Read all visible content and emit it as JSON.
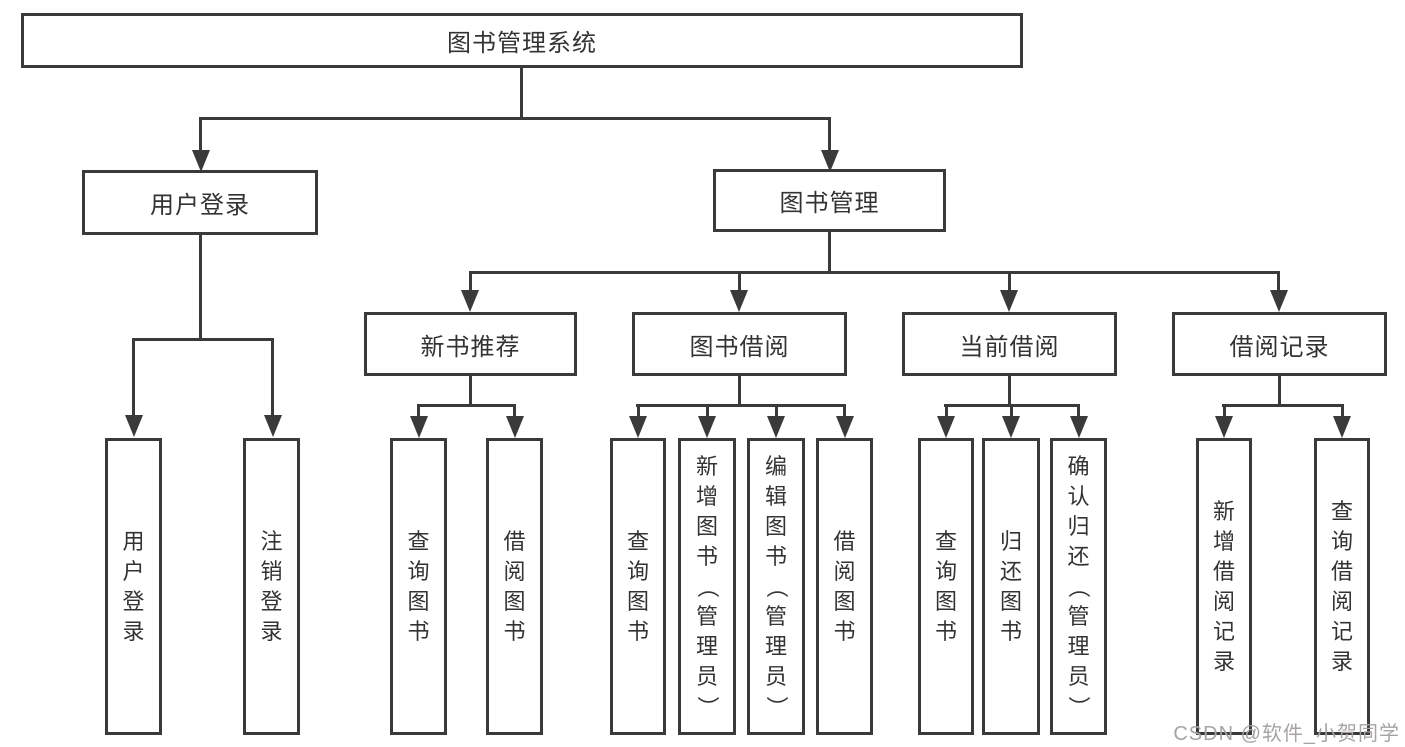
{
  "tree": {
    "label": "图书管理系统",
    "children": [
      {
        "label": "用户登录",
        "children": [
          {
            "label": "用户登录"
          },
          {
            "label": "注销登录"
          }
        ]
      },
      {
        "label": "图书管理",
        "children": [
          {
            "label": "新书推荐",
            "children": [
              {
                "label": "查询图书"
              },
              {
                "label": "借阅图书"
              }
            ]
          },
          {
            "label": "图书借阅",
            "children": [
              {
                "label": "查询图书"
              },
              {
                "label": "新增图书（管理员）"
              },
              {
                "label": "编辑图书（管理员）"
              },
              {
                "label": "借阅图书"
              }
            ]
          },
          {
            "label": "当前借阅",
            "children": [
              {
                "label": "查询图书"
              },
              {
                "label": "归还图书"
              },
              {
                "label": "确认归还（管理员）"
              }
            ]
          },
          {
            "label": "借阅记录",
            "children": [
              {
                "label": "新增借阅记录"
              },
              {
                "label": "查询借阅记录"
              }
            ]
          }
        ]
      }
    ]
  },
  "watermark": {
    "text": "CSDN @软件_小贺同学"
  },
  "colors": {
    "line": "#3a3a3a",
    "text": "#333333",
    "background": "#ffffff",
    "watermark": "#a7a3a4"
  }
}
